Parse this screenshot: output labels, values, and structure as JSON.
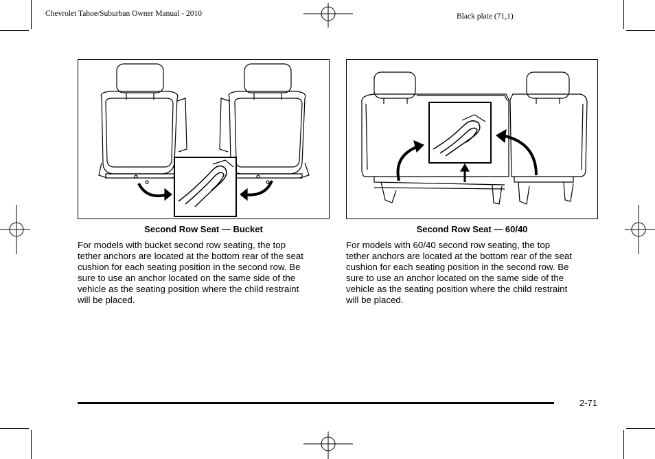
{
  "header": {
    "manual_title": "Chevrolet Tahoe/Suburban Owner Manual - 2010",
    "plate_label": "Black plate (71,1)"
  },
  "left_section": {
    "caption": "Second Row Seat — Bucket",
    "lines": [
      "For models with bucket second row seating, the top",
      "tether anchors are located at the bottom rear of the seat",
      "cushion for each seating position in the second row. Be",
      "sure to use an anchor located on the same side of the",
      "vehicle as the seating position where the child restraint",
      "will be placed."
    ]
  },
  "right_section": {
    "caption": "Second Row Seat — 60/40",
    "lines": [
      "For models with 60/40 second row seating, the top",
      "tether anchors are located at the bottom rear of the seat",
      "cushion for each seating position in the second row. Be",
      "sure to use an anchor located on the same side of the",
      "vehicle as the seating position where the child restraint",
      "will be placed."
    ]
  },
  "footer": {
    "page_number": "2-71"
  }
}
